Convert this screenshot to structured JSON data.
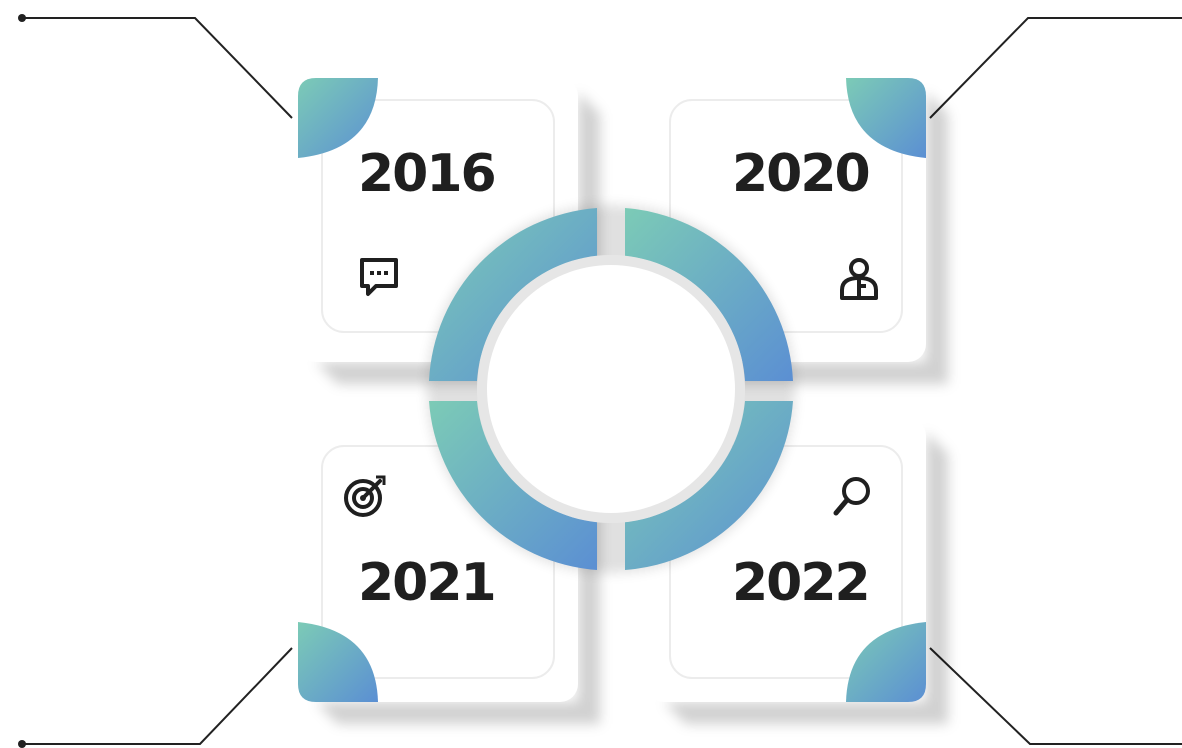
{
  "colors": {
    "gradient_start": "#7ccbb6",
    "gradient_end": "#5b8fd3",
    "text": "#1f1f1f",
    "card": "#ffffff",
    "line": "#222222"
  },
  "cards": [
    {
      "year": "2016",
      "icon": "chat-icon"
    },
    {
      "year": "2020",
      "icon": "user-icon"
    },
    {
      "year": "2021",
      "icon": "target-icon"
    },
    {
      "year": "2022",
      "icon": "search-icon"
    }
  ]
}
